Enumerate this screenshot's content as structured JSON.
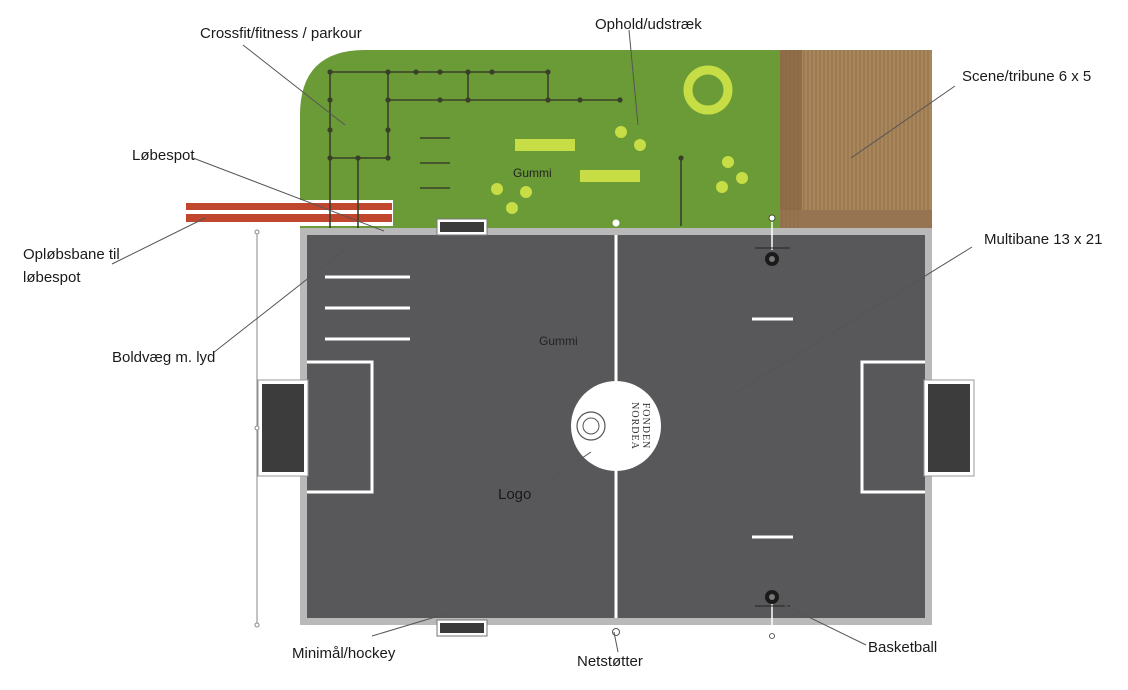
{
  "labels": {
    "crossfit": "Crossfit/fitness / parkour",
    "ophold": "Ophold/udstræk",
    "scene": "Scene/tribune 6 x 5",
    "lobespot": "Løbespot",
    "oplobsbane_line1": "Opløbsbane til",
    "oplobsbane_line2": "løbespot",
    "multibane": "Multibane 13 x 21",
    "boldvaeg": "Boldvæg m. lyd",
    "logo": "Logo",
    "minimal": "Minimål/hockey",
    "netstotter": "Netstøtter",
    "basketball": "Basketball",
    "gummi_top": "Gummi",
    "gummi_court": "Gummi"
  },
  "logo_circle": {
    "brand_line1": "NORDEA",
    "brand_line2": "FONDEN"
  },
  "colors": {
    "grass_green": "#6b9b37",
    "court_gray": "#58585a",
    "court_border": "#b9b9b9",
    "wood": "#a9855c",
    "track_red": "#c0472d",
    "lime": "#c7dd45"
  }
}
